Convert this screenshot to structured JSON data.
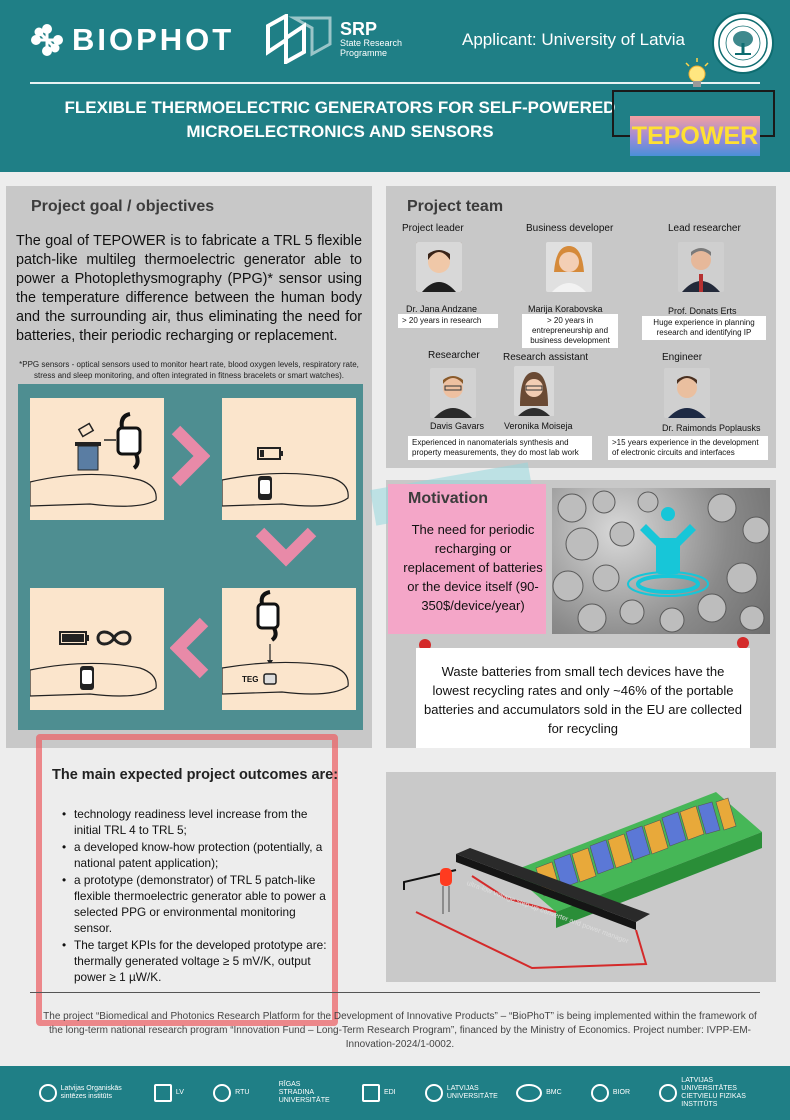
{
  "header": {
    "biophot_logo": "BIOPHOT",
    "srp_logo": "SRP",
    "srp_sub1": "State Research",
    "srp_sub2": "Programme",
    "applicant": "Applicant: University of Latvia",
    "title": "FLEXIBLE THERMOELECTRIC GENERATORS FOR SELF-POWERED MICROELECTRONICS AND SENSORS",
    "acronym": "TEPOWER"
  },
  "goal": {
    "title": "Project goal / objectives",
    "text": "The goal of TEPOWER is to fabricate a TRL 5 flexible patch-like multileg thermoelectric generator able to power a Photoplethysmography (PPG)* sensor using the temperature difference between the human body and the surrounding air, thus eliminating the need for batteries, their periodic recharging or replacement.",
    "note": "*PPG sensors - optical sensors used to monitor heart rate, blood oxygen levels, respiratory rate, stress and sleep monitoring, and often integrated in fitness bracelets or smart watches).",
    "teg_label": "TEG"
  },
  "team": {
    "title": "Project team",
    "members": [
      {
        "role": "Project leader",
        "name": "Dr. Jana Andzane",
        "info": "> 20 years in research"
      },
      {
        "role": "Business developer",
        "name": "Marija Korabovska",
        "info": "> 20 years in entrepreneurship and business development"
      },
      {
        "role": "Lead researcher",
        "name": "Prof. Donats Erts",
        "info": "Huge experience in planning research and identifying IP"
      },
      {
        "role": "Researcher",
        "name": "Davis Gavars",
        "info": ""
      },
      {
        "role": "Research assistant",
        "name": "Veronika Moiseja",
        "info": ""
      },
      {
        "role": "Engineer",
        "name": "Dr. Raimonds Poplausks",
        "info": ">15 years experience in the development of electronic circuits and interfaces"
      }
    ],
    "shared_info": "Experienced in nanomaterials synthesis and property measurements, they do most lab work"
  },
  "motivation": {
    "title": "Motivation",
    "text": "The need for periodic recharging or replacement of batteries or the device itself (90-350$/device/year)",
    "waste": "Waste batteries from small tech devices have the lowest recycling rates and only ~46% of the portable batteries and accumulators sold in the EU are collected for recycling"
  },
  "outcomes": {
    "title": "The main expected project outcomes are:",
    "items": [
      "technology readiness level increase from the initial TRL 4 to TRL 5;",
      "a developed know-how protection (potentially, a national patent application);",
      "a prototype (demonstrator) of TRL 5 patch-like flexible thermoelectric generator able to power a selected PPG or environmental monitoring sensor.",
      "The target KPIs for the developed prototype are: thermally generated voltage ≥ 5 mV/K, output power ≥ 1 µW/K."
    ]
  },
  "generator": {
    "label": "ultra-low voltage step-up converter and power manager"
  },
  "footer": {
    "text": "The project “Biomedical and Photonics Research Platform for the Development of Innovative Products” – “BioPhoT” is being implemented within the framework of the long-term national research program “Innovation Fund – Long-Term Research Program”, financed by the Ministry of Economics. Project number: IVPP-EM-Innovation-2024/1-0002."
  },
  "partners": [
    "Latvijas Organiskās sintēzes institūts",
    "LV",
    "RTU",
    "RĪGAS STRADIŅA UNIVERSITĀTE",
    "EDI",
    "LATVIJAS UNIVERSITĀTE",
    "BMC",
    "BIOR",
    "LATVIJAS UNIVERSITĀTES CIETVIELU FIZIKAS INSTITŪTS"
  ],
  "colors": {
    "teal": "#1f7f86",
    "panel_gray": "#c8c8c8",
    "pink": "#f4a6c8",
    "red_frame": "#ec6064",
    "acronym_yellow": "#ffe033"
  }
}
